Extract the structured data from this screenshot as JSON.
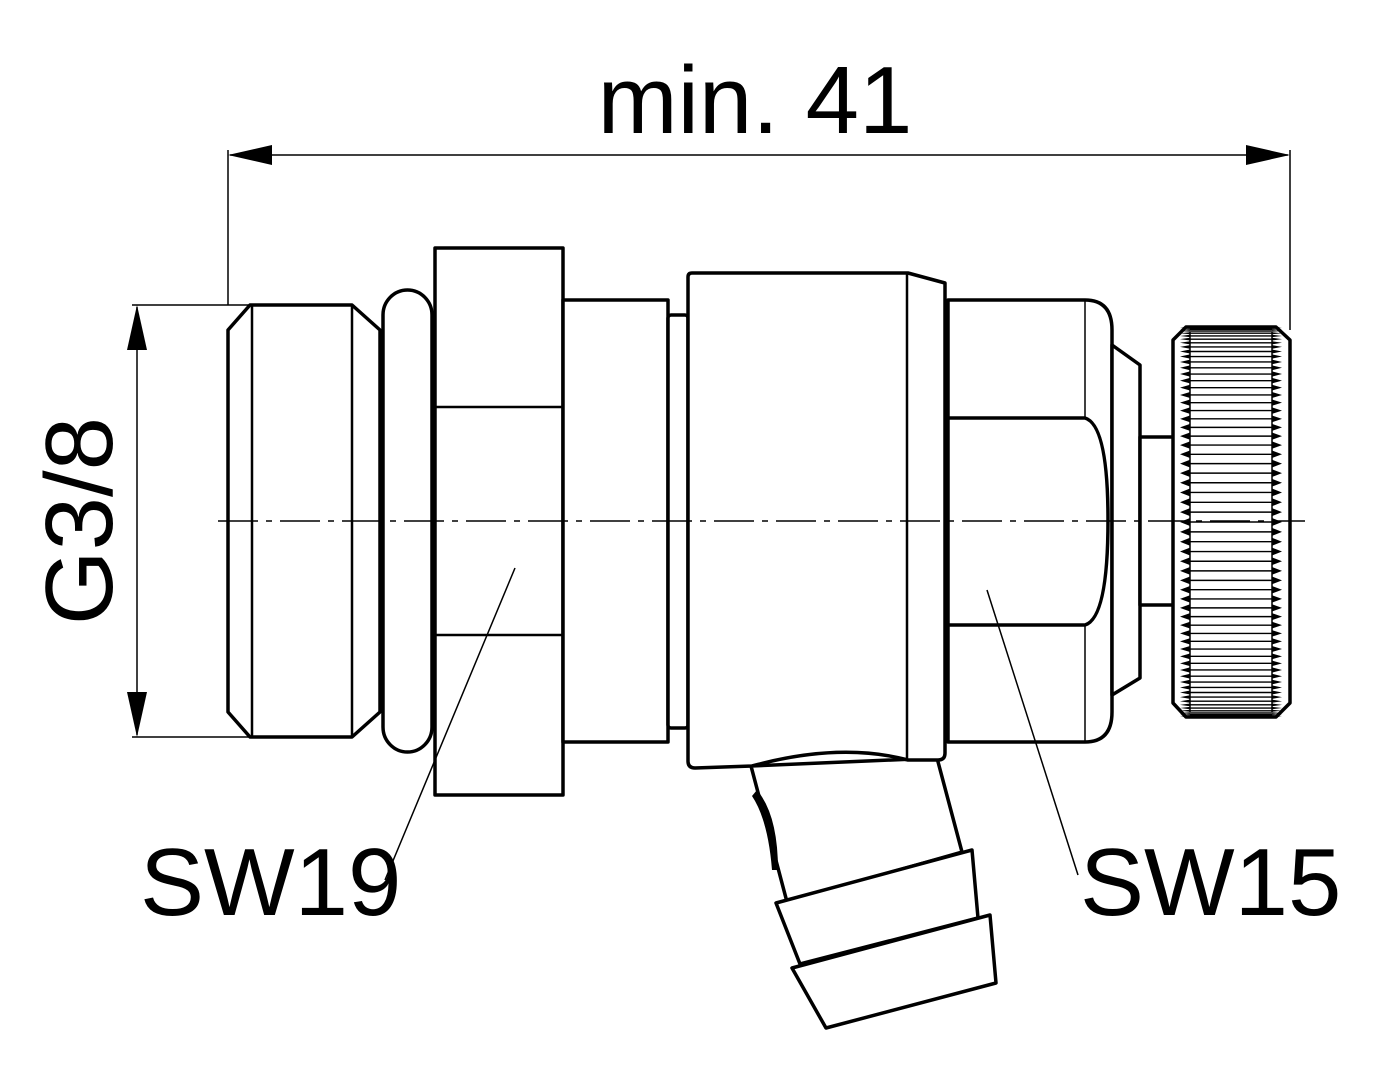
{
  "dimensions": {
    "length_label": "min. 41",
    "thread_label": "G3/8",
    "wrench_size_left": "SW19",
    "wrench_size_right": "SW15"
  },
  "colors": {
    "line": "#000000",
    "background": "#ffffff"
  }
}
